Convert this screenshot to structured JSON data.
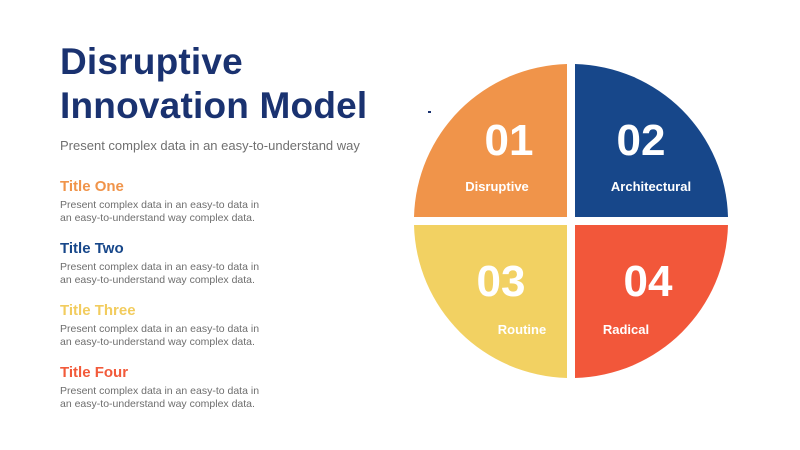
{
  "title": {
    "line1": "Disruptive",
    "line2": "Innovation Model"
  },
  "subtitle": "Present complex data in an easy-to-understand way",
  "items": [
    {
      "title": "Title One",
      "line1": "Present complex data in an easy-to data in",
      "line2": "an easy-to-understand way complex data.",
      "color": "#f0944a"
    },
    {
      "title": "Title Two",
      "line1": "Present complex data in an easy-to data in",
      "line2": "an easy-to-understand way complex data.",
      "color": "#17478a"
    },
    {
      "title": "Title Three",
      "line1": "Present complex data in an easy-to data in",
      "line2": "an easy-to-understand way complex data.",
      "color": "#f2cc5e"
    },
    {
      "title": "Title Four",
      "line1": "Present complex data in an easy-to data in",
      "line2": "an easy-to-understand way complex data.",
      "color": "#f25a3a"
    }
  ],
  "quadrants": [
    {
      "number": "01",
      "label": "Disruptive",
      "color": "#f0944a"
    },
    {
      "number": "02",
      "label": "Architectural",
      "color": "#17478a"
    },
    {
      "number": "03",
      "label": "Routine",
      "color": "#f2d162"
    },
    {
      "number": "04",
      "label": "Radical",
      "color": "#f2573a"
    }
  ]
}
